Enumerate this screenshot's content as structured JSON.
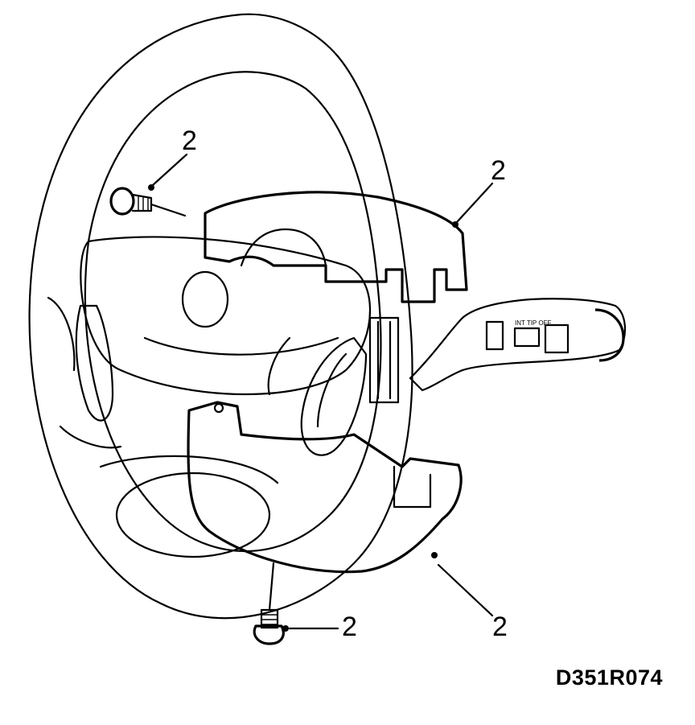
{
  "diagram": {
    "callouts": [
      {
        "id": "screw-upper-left",
        "label": "2"
      },
      {
        "id": "upper-shroud",
        "label": "2"
      },
      {
        "id": "lower-shroud",
        "label": "2"
      },
      {
        "id": "screw-bottom",
        "label": "2"
      }
    ],
    "drawing_id": "D351R074",
    "colors": {
      "line": "#000000",
      "background": "#ffffff"
    }
  }
}
